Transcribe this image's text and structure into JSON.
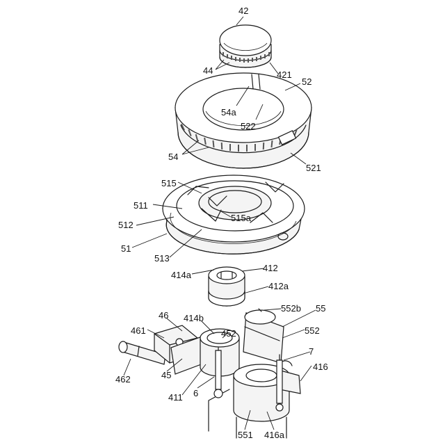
{
  "labels": {
    "l42": "42",
    "l44": "44",
    "l421": "421",
    "l52": "52",
    "l54a": "54a",
    "l522": "522",
    "l54": "54",
    "l521": "521",
    "l515": "515",
    "l511": "511",
    "l515a": "515a",
    "l512": "512",
    "l51": "51",
    "l513": "513",
    "l414a": "414a",
    "l412": "412",
    "l412a": "412a",
    "l552b": "552b",
    "l55": "55",
    "l46": "46",
    "l414b": "414b",
    "l461": "461",
    "l452": "452",
    "l552": "552",
    "l7": "7",
    "l45": "45",
    "l416": "416",
    "l462": "462",
    "l411": "411",
    "l6": "6",
    "l551": "551",
    "l416a": "416a"
  }
}
